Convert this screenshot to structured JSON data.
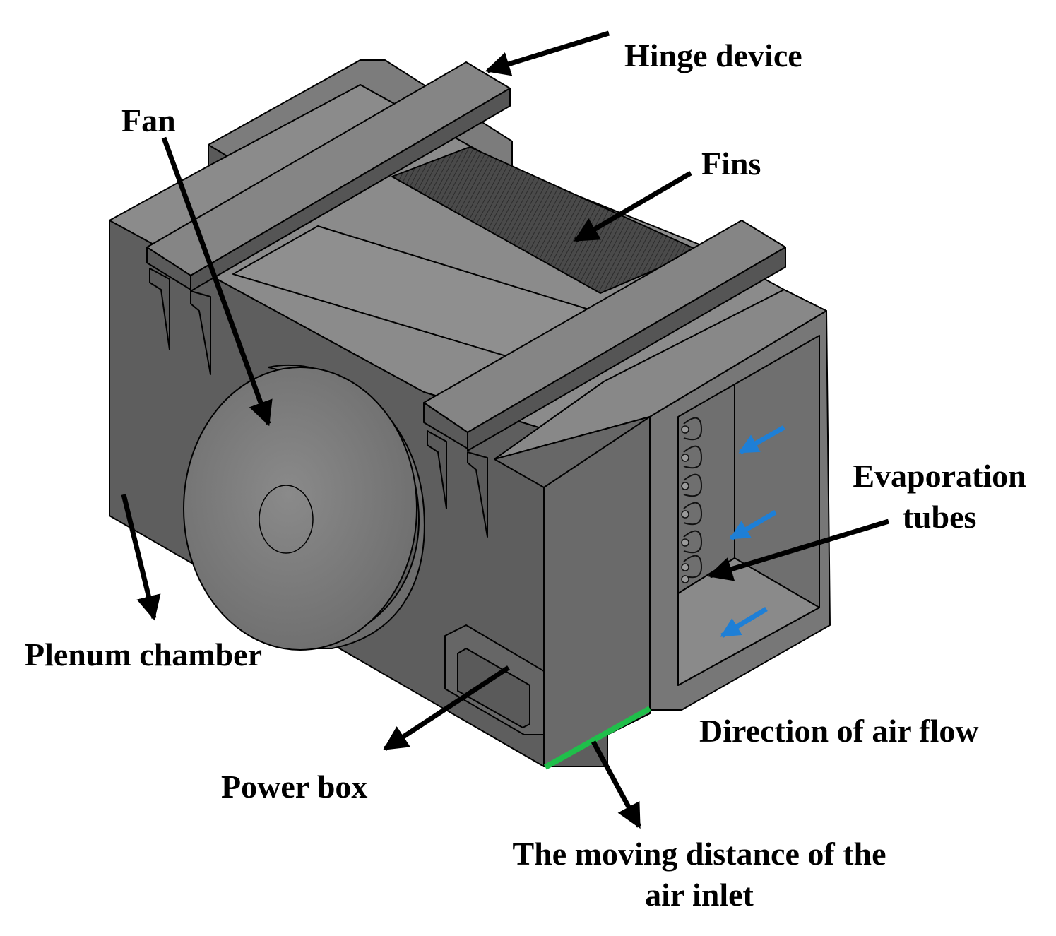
{
  "labels": {
    "hinge_device": "Hinge device",
    "fan": "Fan",
    "fins": "Fins",
    "evaporation_line1": "Evaporation",
    "evaporation_line2": "tubes",
    "plenum_chamber": "Plenum chamber",
    "power_box": "Power box",
    "air_flow": "Direction of air flow",
    "moving_line1": "The moving distance of the",
    "moving_line2": "air inlet"
  },
  "colors": {
    "background": "#ffffff",
    "body_dark": "#5f5f5f",
    "body_mid": "#737373",
    "body_light": "#8a8a8a",
    "edge": "#000000",
    "label_arrow": "#000000",
    "airflow_arrow": "#1e7fd6",
    "inlet_highlight": "#1fbf4a"
  }
}
